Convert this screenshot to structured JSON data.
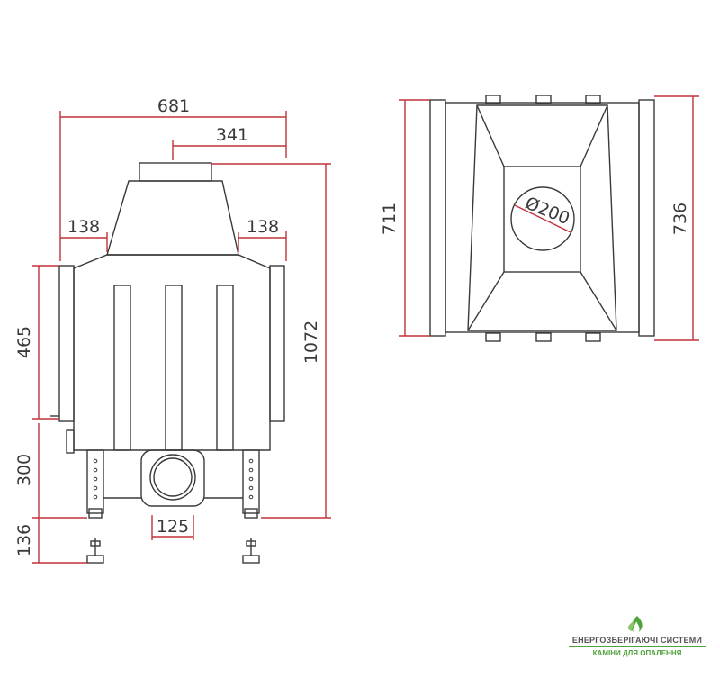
{
  "dimensions": {
    "front_width": "681",
    "top_offset": "341",
    "left_shoulder": "138",
    "right_shoulder": "138",
    "total_height": "1072",
    "door_height": "465",
    "leg_height": "300",
    "foot_height": "136",
    "outlet_width": "125",
    "plan_depth_inner": "711",
    "plan_depth_outer": "736",
    "flue_diameter": "Ø200"
  },
  "brand": {
    "name": "ЕНЕРГОЗБЕРІГАЮЧІ СИСТЕМИ",
    "tagline": "КАМІНИ ДЛЯ ОПАЛЕННЯ"
  },
  "colors": {
    "dimension": "#c0323a",
    "outline": "#3a3a3a",
    "brand": "#4ea33b"
  }
}
